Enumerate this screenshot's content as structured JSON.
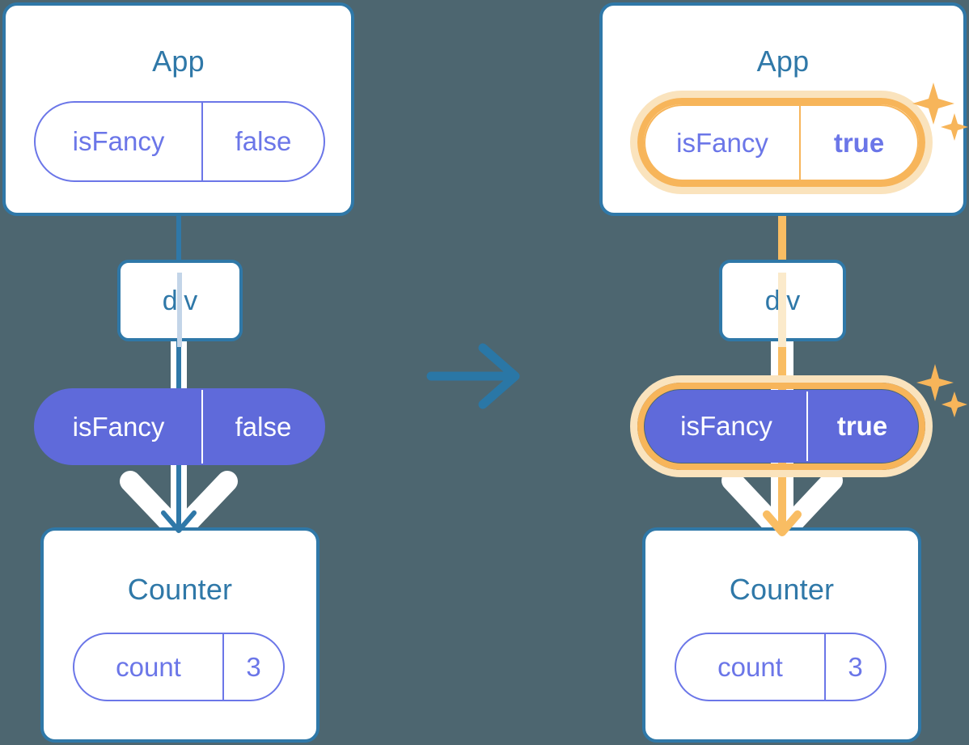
{
  "diagram": {
    "title": "State propagation from App to Counter",
    "colors": {
      "background": "#4d6670",
      "card_border": "#2f78a8",
      "card_title": "#2f78a8",
      "pill_outline": "#6b76e8",
      "pill_filled": "#5f6ada",
      "highlight_ring": "#f7b55a",
      "highlight_glow": "#fae3bd",
      "connector_blue": "#2f78a8",
      "connector_orange": "#f9bd63",
      "connector_white": "#ffffff"
    },
    "transition_arrow": "arrow-right-icon"
  },
  "before": {
    "app": {
      "title": "App",
      "state": {
        "key": "isFancy",
        "value": "false",
        "highlighted": false
      }
    },
    "div": {
      "title": "div"
    },
    "prop": {
      "key": "isFancy",
      "value": "false",
      "highlighted": false
    },
    "counter": {
      "title": "Counter",
      "state": {
        "key": "count",
        "value": "3"
      }
    }
  },
  "after": {
    "app": {
      "title": "App",
      "state": {
        "key": "isFancy",
        "value": "true",
        "highlighted": true
      },
      "sparkle": "sparkles-icon"
    },
    "div": {
      "title": "div"
    },
    "prop": {
      "key": "isFancy",
      "value": "true",
      "highlighted": true,
      "sparkle": "sparkles-icon"
    },
    "counter": {
      "title": "Counter",
      "state": {
        "key": "count",
        "value": "3"
      }
    }
  }
}
